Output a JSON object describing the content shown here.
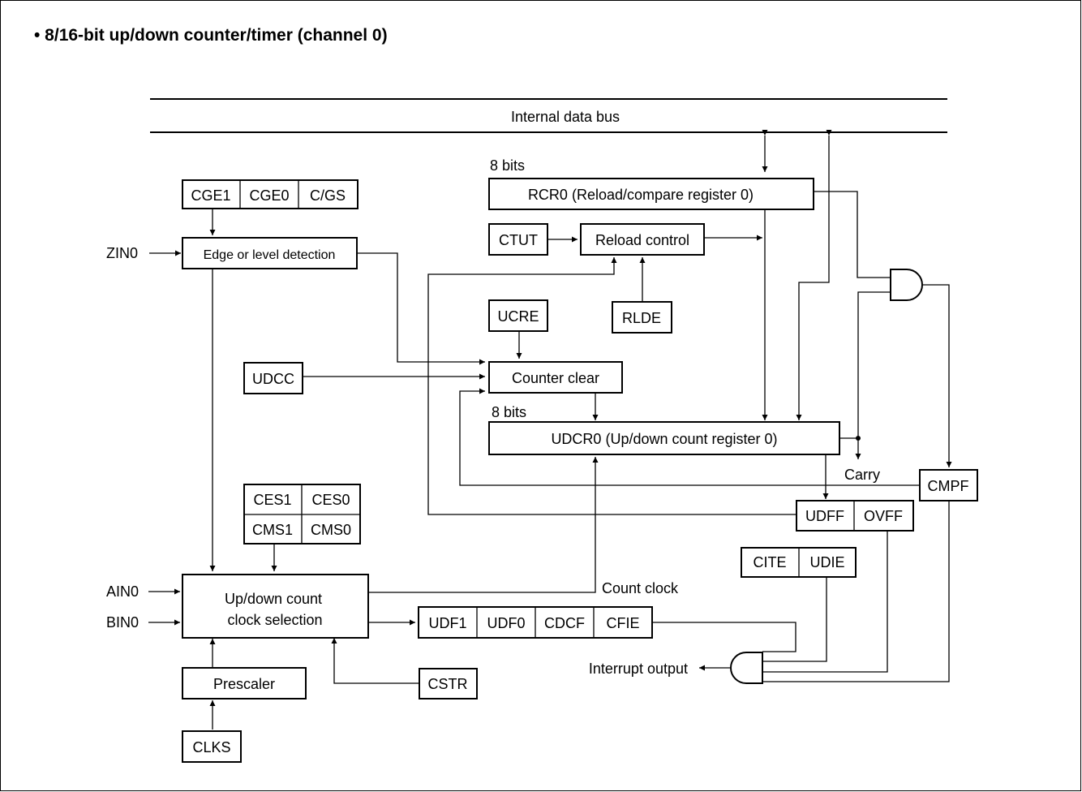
{
  "title": "• 8/16-bit up/down counter/timer (channel 0)",
  "bus_label": "Internal data bus",
  "registers": {
    "cge1": "CGE1",
    "cge0": "CGE0",
    "cgs": "C/GS",
    "edge": "Edge or level detection",
    "bits_rcr": "8 bits",
    "rcr0": "RCR0 (Reload/compare register 0)",
    "ctut": "CTUT",
    "reload": "Reload control",
    "ucre": "UCRE",
    "rlde": "RLDE",
    "udcc": "UDCC",
    "clear": "Counter clear",
    "bits_udcr": "8 bits",
    "udcr0": "UDCR0 (Up/down count register 0)",
    "carry": "Carry",
    "cmpf": "CMPF",
    "udff": "UDFF",
    "ovff": "OVFF",
    "ces1": "CES1",
    "ces0": "CES0",
    "cms1": "CMS1",
    "cms0": "CMS0",
    "cite": "CITE",
    "udie": "UDIE",
    "sel1": "Up/down count",
    "sel2": "clock selection",
    "count_clock": "Count clock",
    "udf1": "UDF1",
    "udf0": "UDF0",
    "cdcf": "CDCF",
    "cfie": "CFIE",
    "interrupt": "Interrupt output",
    "prescaler": "Prescaler",
    "cstr": "CSTR",
    "clks": "CLKS"
  },
  "inputs": {
    "zin0": "ZIN0",
    "ain0": "AIN0",
    "bin0": "BIN0"
  }
}
